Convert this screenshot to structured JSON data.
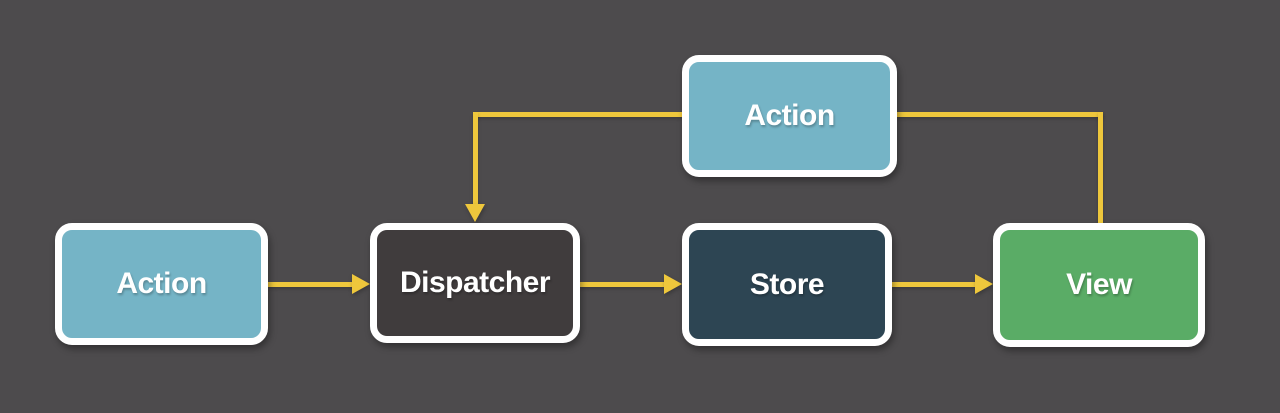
{
  "diagram": {
    "type": "flowchart",
    "name": "flux-data-flow",
    "nodes": {
      "action_top": {
        "label": "Action",
        "fill": "#75b4c6"
      },
      "action_left": {
        "label": "Action",
        "fill": "#75b4c6"
      },
      "dispatcher": {
        "label": "Dispatcher",
        "fill": "#403c3d"
      },
      "store": {
        "label": "Store",
        "fill": "#2d4553"
      },
      "view": {
        "label": "View",
        "fill": "#5aac66"
      }
    },
    "edges": [
      {
        "from": "action_left",
        "to": "dispatcher",
        "arrowhead": true,
        "direction": "right"
      },
      {
        "from": "dispatcher",
        "to": "store",
        "arrowhead": true,
        "direction": "right"
      },
      {
        "from": "store",
        "to": "view",
        "arrowhead": true,
        "direction": "right"
      },
      {
        "from": "view",
        "to": "action_top",
        "arrowhead": false,
        "direction": "up-then-left"
      },
      {
        "from": "action_top",
        "to": "dispatcher",
        "arrowhead": true,
        "direction": "left-then-down"
      }
    ]
  },
  "colors": {
    "background": "#4d4b4d",
    "arrow": "#eec73c",
    "node-border": "#ffffff",
    "label-text": "#ffffff",
    "action-fill": "#75b4c6",
    "dispatcher-fill": "#403c3d",
    "store-fill": "#2d4553",
    "view-fill": "#5aac66"
  }
}
